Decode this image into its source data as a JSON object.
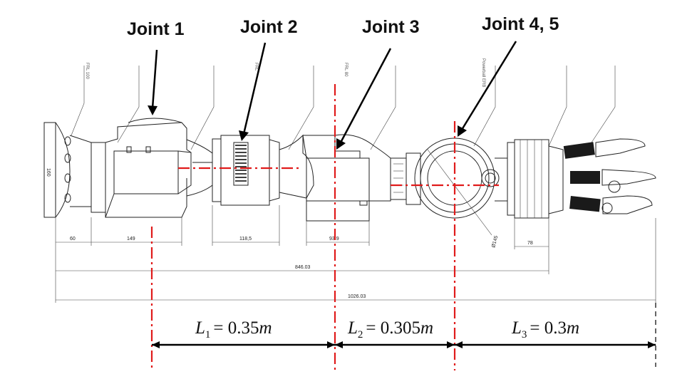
{
  "labels": {
    "joint1": "Joint 1",
    "joint2": "Joint 2",
    "joint3": "Joint 3",
    "joint45": "Joint 4, 5"
  },
  "lengths": [
    {
      "symbol": "L",
      "sub": "1",
      "value": "= 0.35",
      "unit": "m"
    },
    {
      "symbol": "L",
      "sub": "2",
      "value": "= 0.305",
      "unit": "m"
    },
    {
      "symbol": "L",
      "sub": "3",
      "value": "= 0.3",
      "unit": "m"
    }
  ],
  "dimensions": {
    "d60": "60",
    "d149": "149",
    "d1185": "118,5",
    "d939": "93.9",
    "d78": "78",
    "d84603": "846.03",
    "d102603": "1026.03",
    "d160": "160",
    "d415": "Ø145"
  },
  "callouts": {
    "c1": "FRL 100",
    "c2": "FRL",
    "c3": "FRL 80",
    "c4": "Powerball ERB"
  },
  "colors": {
    "axis": "#e01b1b",
    "ink": "#111111"
  }
}
